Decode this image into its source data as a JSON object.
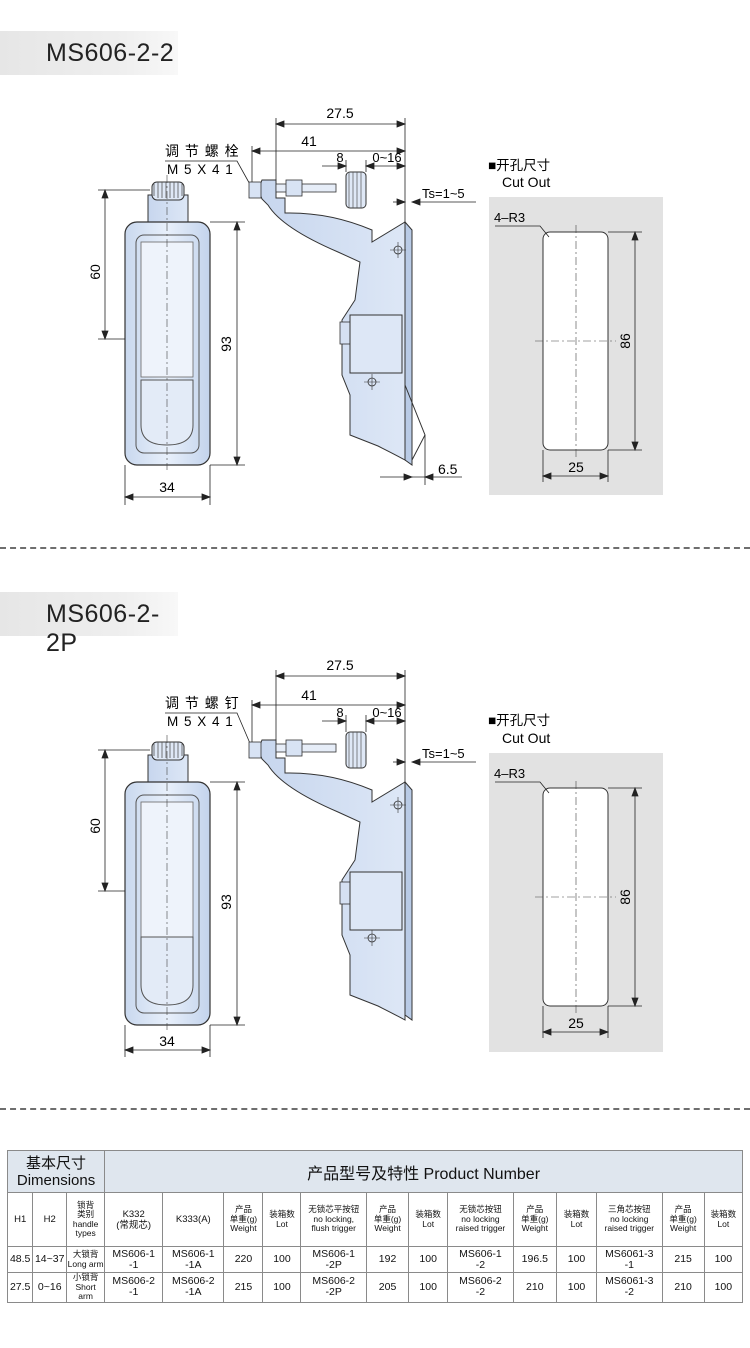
{
  "sections": [
    {
      "model": "MS606-2-2",
      "bolt_label_cn": "调 节 螺 栓",
      "bolt_label_size": "M 5 X 4 1",
      "dims": {
        "top_width": "27.5",
        "arm_len": "41",
        "knob": "8",
        "adjust": "0~16",
        "ts": "Ts=1~5",
        "h60": "60",
        "h93": "93",
        "w34": "34",
        "t65": "6.5"
      },
      "cutout": {
        "title_cn": "■开孔尺寸",
        "title_en": "Cut Out",
        "radius": "4–R3",
        "height": "86",
        "width": "25"
      }
    },
    {
      "model": "MS606-2-2P",
      "bolt_label_cn": "调 节 螺 钉",
      "bolt_label_size": "M 5 X 4 1",
      "dims": {
        "top_width": "27.5",
        "arm_len": "41",
        "knob": "8",
        "adjust": "0~16",
        "ts": "Ts=1~5",
        "h60": "60",
        "h93": "93",
        "w34": "34"
      },
      "cutout": {
        "title_cn": "■开孔尺寸",
        "title_en": "Cut Out",
        "radius": "4–R3",
        "height": "86",
        "width": "25"
      }
    }
  ],
  "table": {
    "basic_cn": "基本尺寸",
    "basic_en": "Dimensions",
    "product_title": "产品型号及特性 Product Number",
    "headers": {
      "h1": "H1",
      "h2": "H2",
      "handle_cn": "锁背\n类别",
      "handle_en": "handle\ntypes",
      "k332": "K332\n(常规芯)",
      "k333": "K333(A)",
      "weight_cn": "产品\n单重(g)",
      "weight_en": "Weight",
      "lot_cn": "装箱数",
      "lot_en": "Lot",
      "flush_cn": "无锁芯平按钮",
      "flush_en": "no locking,\nflush trigger",
      "raised_cn": "无锁芯按钮",
      "raised_en": "no locking\nraised trigger",
      "tri_cn": "三角芯按钮",
      "tri_en": "no locking\nraised trigger"
    },
    "rows": [
      {
        "h1": "48.5",
        "h2": "14~37",
        "type_cn": "大锁背",
        "type_en": "Long arm",
        "k332": "MS606-1\n-1",
        "k333": "MS606-1\n-1A",
        "w1": "220",
        "lot1": "100",
        "flush": "MS606-1\n-2P",
        "w2": "192",
        "lot2": "100",
        "raised": "MS606-1\n-2",
        "w3": "196.5",
        "lot3": "100",
        "tri": "MS6061-3\n-1",
        "w4": "215",
        "lot4": "100"
      },
      {
        "h1": "27.5",
        "h2": "0~16",
        "type_cn": "小锁背",
        "type_en": "Short arm",
        "k332": "MS606-2\n-1",
        "k333": "MS606-2\n-1A",
        "w1": "215",
        "lot1": "100",
        "flush": "MS606-2\n-2P",
        "w2": "205",
        "lot2": "100",
        "raised": "MS606-2\n-2",
        "w3": "210",
        "lot3": "100",
        "tri": "MS6061-3\n-2",
        "w4": "210",
        "lot4": "100"
      }
    ]
  }
}
